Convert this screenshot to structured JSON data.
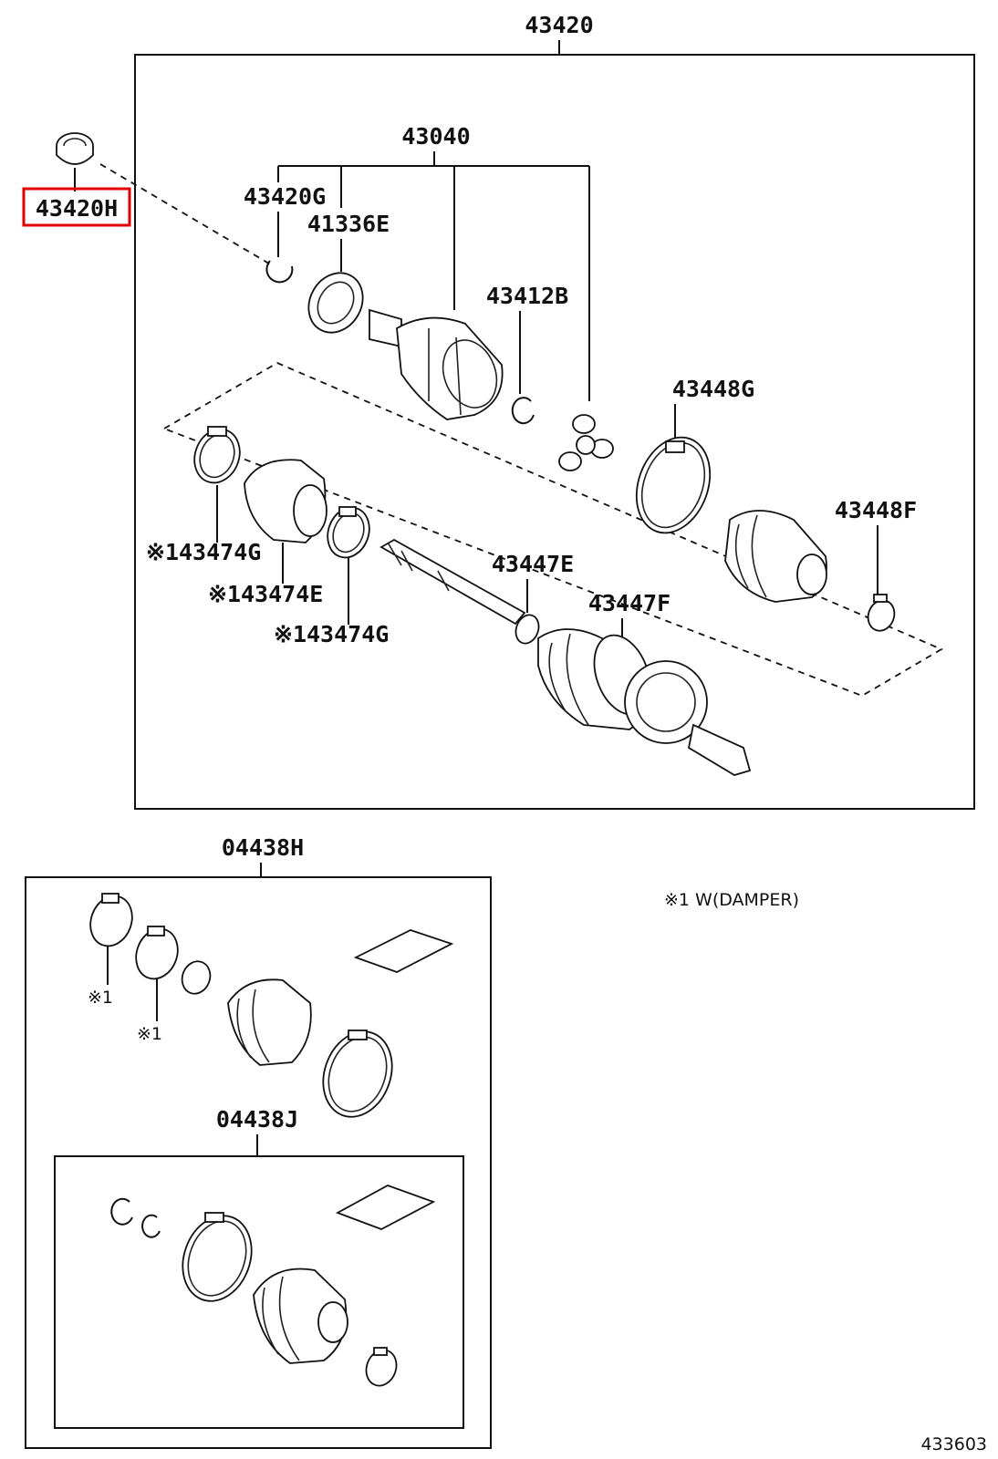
{
  "diagram": {
    "main_assembly": "43420",
    "highlighted_part": "43420H",
    "labels": {
      "l43040": "43040",
      "l43420G": "43420G",
      "l41336E": "41336E",
      "l43412B": "43412B",
      "l43448G": "43448G",
      "l43448F": "43448F",
      "l43474G_a": "※143474G",
      "l43474E": "※143474E",
      "l43474G_b": "※143474G",
      "l43447E": "43447E",
      "l43447F": "43447F",
      "l04438H": "04438H",
      "l04438J": "04438J",
      "mark1": "※1",
      "mark2": "※1"
    },
    "note": "※1 W(DAMPER)",
    "figure_id": "433603"
  },
  "colors": {
    "highlight": "#e00000",
    "line": "#111111"
  },
  "icons": [
    "cv-joint-icon",
    "boot-icon",
    "clamp-icon",
    "snap-ring-icon",
    "grease-pack-icon"
  ]
}
